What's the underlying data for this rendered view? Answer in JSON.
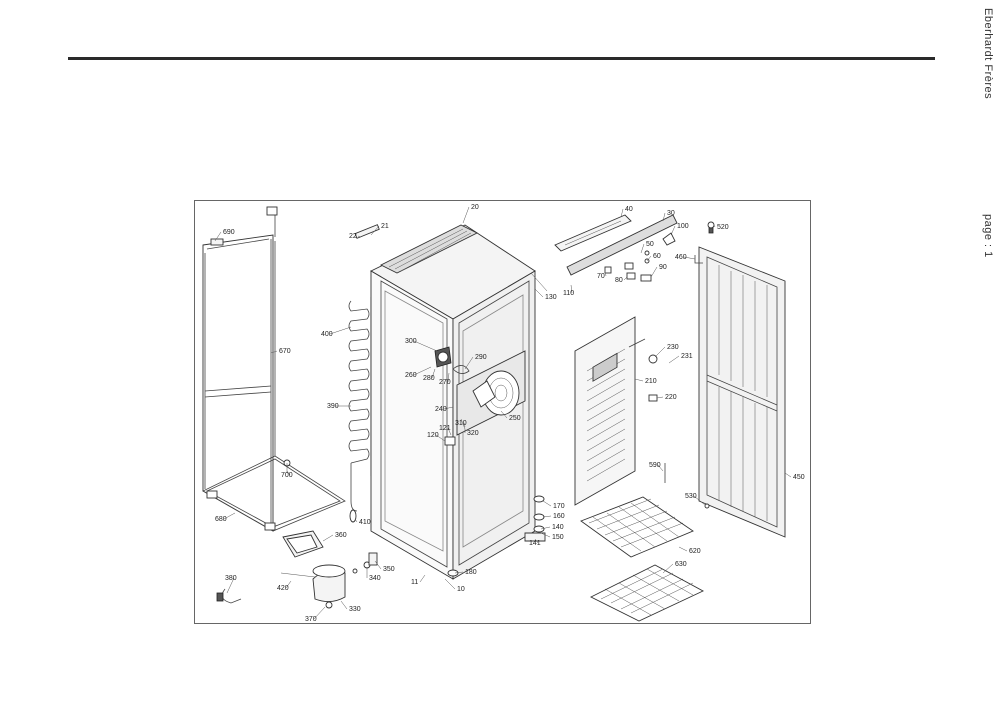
{
  "header": {
    "brand": "Eberhardt Frères",
    "page_label": "page : 1"
  },
  "diagram": {
    "callouts": [
      "10",
      "11",
      "20",
      "21",
      "22",
      "30",
      "40",
      "50",
      "60",
      "70",
      "80",
      "90",
      "100",
      "110",
      "120",
      "121",
      "130",
      "140",
      "141",
      "150",
      "160",
      "170",
      "180",
      "210",
      "220",
      "230",
      "231",
      "240",
      "250",
      "260",
      "270",
      "280",
      "290",
      "300",
      "310",
      "320",
      "330",
      "340",
      "350",
      "360",
      "370",
      "380",
      "390",
      "400",
      "410",
      "420",
      "450",
      "460",
      "520",
      "530",
      "590",
      "620",
      "630",
      "670",
      "680",
      "690",
      "700"
    ]
  }
}
